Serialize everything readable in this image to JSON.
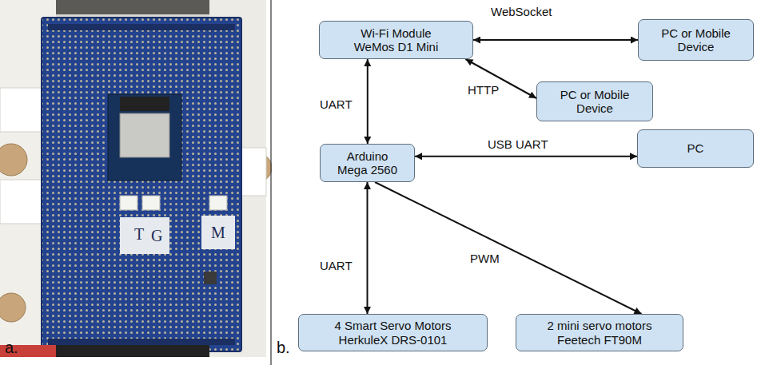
{
  "diagram": {
    "nodes": [
      {
        "text": [
          "Wi-Fi Module WeMos D1 Mini"
        ]
      },
      {
        "text": [
          "PC or Mobile Device"
        ]
      },
      {
        "text": [
          "PC or Mobile Device"
        ]
      },
      {
        "text": [
          "Arduino Mega 2560"
        ]
      },
      {
        "text": [
          "PC"
        ]
      },
      {
        "text": [
          "4 Smart Servo Motors HerkuleX DRS-0101"
        ]
      },
      {
        "text": [
          "2 mini servo motors Feetech FT90M"
        ]
      }
    ],
    "edges": [
      {
        "from": 0,
        "to": 1,
        "label": "WebSocket",
        "arrow": "both"
      },
      {
        "from": 0,
        "to": 2,
        "label": "HTTP",
        "arrow": "both"
      },
      {
        "from": 0,
        "to": 3,
        "label": "UART",
        "arrow": "both"
      },
      {
        "from": 3,
        "to": 4,
        "label": "USB UART",
        "arrow": "both"
      },
      {
        "from": 3,
        "to": 5,
        "label": "UART",
        "arrow": "both"
      },
      {
        "from": 3,
        "to": 6,
        "label": "PWM",
        "arrow": "to"
      }
    ],
    "labels": [
      "a.",
      "T",
      "G",
      "M",
      "b."
    ]
  }
}
